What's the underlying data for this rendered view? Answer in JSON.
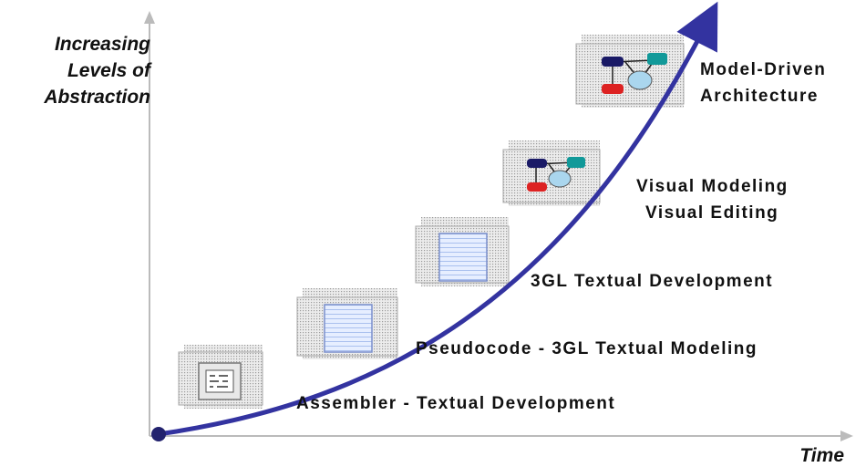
{
  "axes": {
    "y_label_lines": [
      "Increasing",
      "Levels of",
      "Abstraction"
    ],
    "x_label": "Time"
  },
  "stages": [
    {
      "lines": [
        "Assembler - Textual Development"
      ],
      "icon": "assembler-code-icon"
    },
    {
      "lines": [
        "Pseudocode - 3GL Textual Modeling"
      ],
      "icon": "document-page-icon"
    },
    {
      "lines": [
        "3GL Textual Development"
      ],
      "icon": "document-page-icon"
    },
    {
      "lines": [
        "Visual Modeling",
        "Visual Editing"
      ],
      "icon": "model-graph-icon"
    },
    {
      "lines": [
        "Model-Driven",
        "Architecture"
      ],
      "icon": "model-graph-icon"
    }
  ],
  "colors": {
    "curve": "#3333a0",
    "axis": "#bbbbbb",
    "text": "#111111",
    "icon_frame": "#a8a8a8",
    "icon_page": "#dbe6ff",
    "node_red": "#dd2222",
    "node_teal": "#119999",
    "node_navy": "#1a1a66",
    "node_light": "#aad6ee"
  }
}
